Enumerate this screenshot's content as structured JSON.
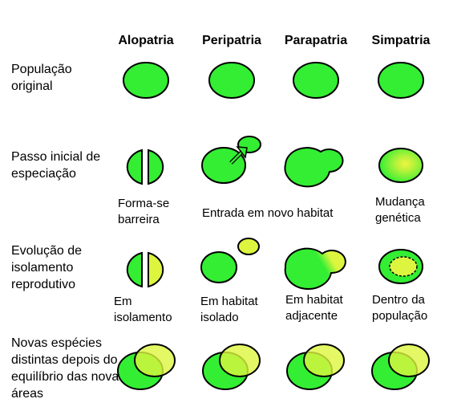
{
  "columns": {
    "alopatria": "Alopatria",
    "peripatria": "Peripatria",
    "parapatria": "Parapatria",
    "simpatria": "Simpatria"
  },
  "rows": {
    "original": "População original",
    "initial_step": "Passo inicial de especiação",
    "isolation": "Evolução de isolamento reprodutivo",
    "new_species": "Novas espécies distintas depois do equilíbrio das novas áreas"
  },
  "notes": {
    "barrier": "Forma-se barreira",
    "new_habitat": "Entrada em novo habitat",
    "genetic_change": "Mudança genética",
    "in_isolation": "Em isolamento",
    "isolated_habitat": "Em habitat isolado",
    "adjacent_habitat": "Em habitat adjacente",
    "within_population": "Dentro da população"
  },
  "colors": {
    "green": "#33ee33",
    "yellow_green": "#ddf53f",
    "outline": "#000000"
  }
}
